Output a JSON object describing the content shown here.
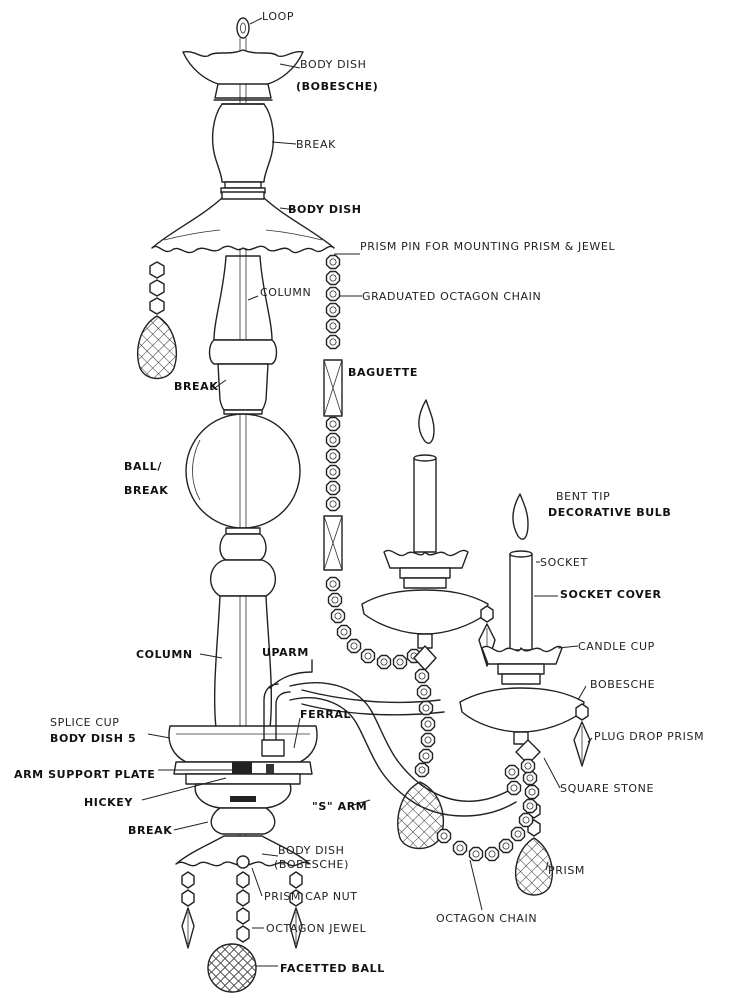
{
  "labels": {
    "loop": "LOOP",
    "body_dish_top_1": "BODY DISH",
    "body_dish_top_2": "(BOBESCHE)",
    "break_top": "BREAK",
    "body_dish_mid": "BODY DISH",
    "prism_pin": "PRISM PIN FOR MOUNTING PRISM & JEWEL",
    "column_upper": "COLUMN",
    "graduated_chain": "GRADUATED OCTAGON CHAIN",
    "baguette": "BAGUETTE",
    "break_mid": "BREAK",
    "ball_break_1": "BALL/",
    "ball_break_2": "BREAK",
    "bent_tip_1": "BENT TIP",
    "bent_tip_2": "DECORATIVE BULB",
    "socket": "SOCKET",
    "socket_cover": "SOCKET COVER",
    "candle_cup": "CANDLE CUP",
    "column_lower": "COLUMN",
    "uparm": "UPARM",
    "bobesche_right": "BOBESCHE",
    "ferral": "FERRAL",
    "splice_cup_1": "SPLICE CUP",
    "splice_cup_2": "BODY DISH 5",
    "plug_drop": "PLUG DROP PRISM",
    "arm_support": "ARM SUPPORT PLATE",
    "hickey": "HICKEY",
    "square_stone": "SQUARE STONE",
    "s_arm": "\"S\" ARM",
    "break_low": "BREAK",
    "body_dish_low_1": "BODY DISH",
    "body_dish_low_2": "(BOBESCHE)",
    "prism_right": "PRISM",
    "prism_cap_nut": "PRISM CAP NUT",
    "octagon_chain": "OCTAGON CHAIN",
    "octagon_jewel": "OCTAGON JEWEL",
    "facetted_ball": "FACETTED BALL"
  }
}
